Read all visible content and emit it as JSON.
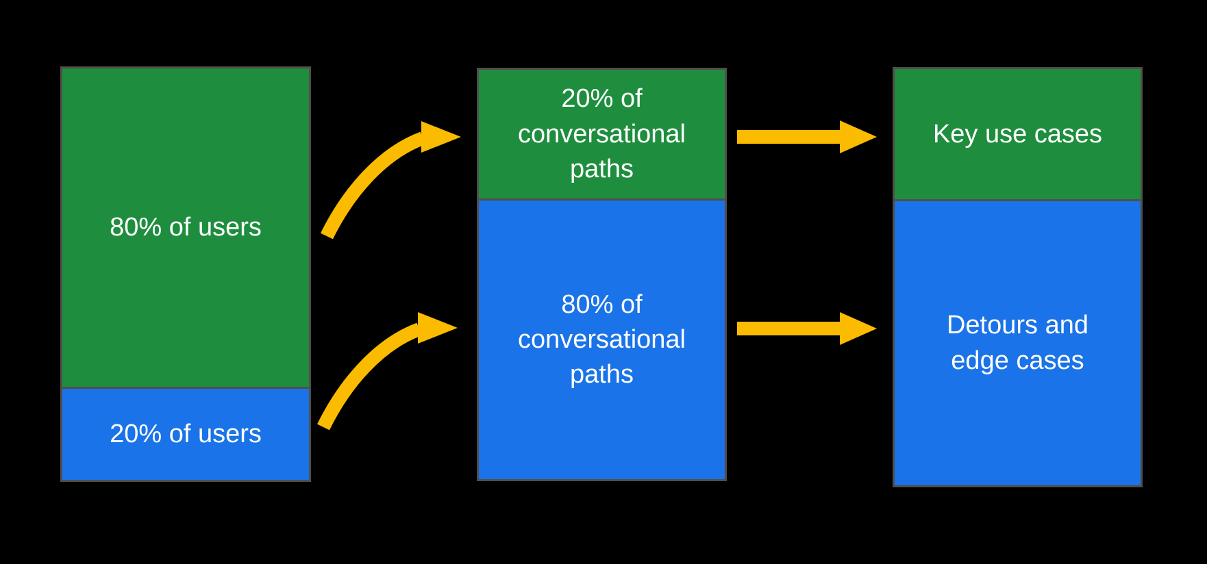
{
  "figure": {
    "title": "User volume vs conversational path coverage flow diagram",
    "colors": {
      "green": "#1E8E3E",
      "blue": "#1A73E8",
      "yellow": "#FABB00",
      "border": "#514E4B",
      "text": "#FFFFFF",
      "bg": "#000000"
    },
    "columns": [
      {
        "id": "users",
        "segments": [
          {
            "label": "80% of users",
            "color": "green"
          },
          {
            "label": "20% of users",
            "color": "blue"
          }
        ]
      },
      {
        "id": "conversational-paths",
        "segments": [
          {
            "label": "20% of\nconversational\npaths",
            "color": "green"
          },
          {
            "label": "80% of\nconversational\npaths",
            "color": "blue"
          }
        ]
      },
      {
        "id": "outcomes",
        "segments": [
          {
            "label": "Key use cases",
            "color": "green"
          },
          {
            "label": "Detours and\nedge cases",
            "color": "blue"
          }
        ]
      }
    ],
    "arrows": [
      {
        "id": "curved-top",
        "shape": "curved",
        "from": "80% of users",
        "to": "20% of conversational paths"
      },
      {
        "id": "curved-bottom",
        "shape": "curved",
        "from": "20% of users",
        "to": "80% of conversational paths"
      },
      {
        "id": "straight-top",
        "shape": "straight",
        "from": "20% of conversational paths",
        "to": "Key use cases"
      },
      {
        "id": "straight-bottom",
        "shape": "straight",
        "from": "80% of conversational paths",
        "to": "Detours and edge cases"
      }
    ]
  }
}
